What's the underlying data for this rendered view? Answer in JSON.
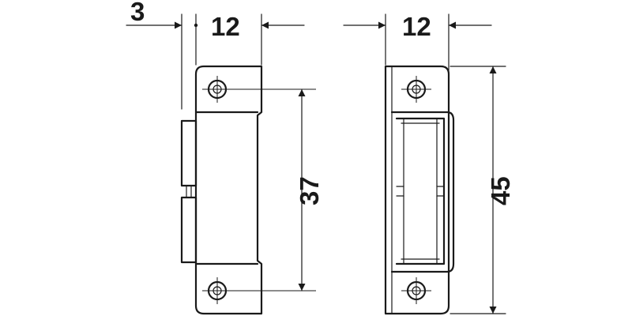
{
  "dimensions": {
    "thickness_left": "3",
    "width_side_view": "12",
    "width_back_view": "12",
    "hole_spacing": "37",
    "overall_height": "45"
  },
  "colors": {
    "ink": "#1a1a1a",
    "background": "#ffffff"
  }
}
